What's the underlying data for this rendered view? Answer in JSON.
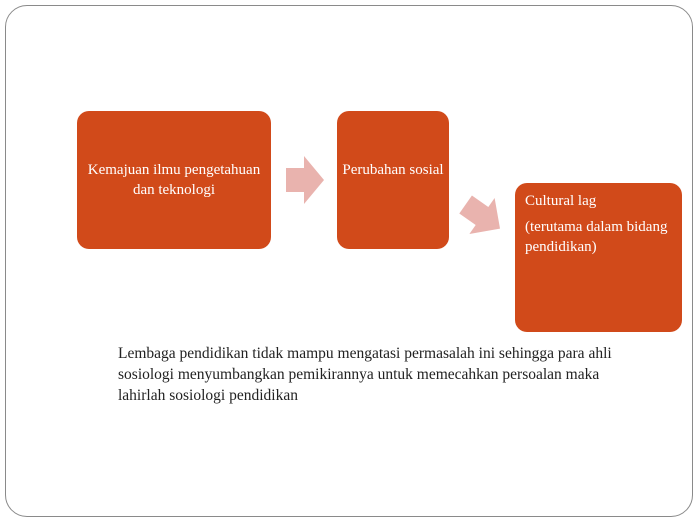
{
  "colors": {
    "box_fill": "#d14a1a",
    "arrow_fill": "#e9b3ae",
    "box_text": "#ffffff",
    "caption_text": "#222222",
    "frame_border": "#8a8a8a"
  },
  "diagram": {
    "boxes": [
      {
        "label": "Kemajuan ilmu pengetahuan dan teknologi"
      },
      {
        "label": "Perubahan sosial"
      },
      {
        "title": "Cultural lag",
        "subtitle": "(terutama dalam bidang pendidikan)"
      }
    ],
    "arrows": [
      {
        "icon": "arrow-right-icon"
      },
      {
        "icon": "arrow-diagonal-icon"
      }
    ]
  },
  "caption": "Lembaga pendidikan tidak mampu mengatasi permasalah ini sehingga para ahli sosiologi menyumbangkan pemikirannya untuk memecahkan persoalan maka lahirlah sosiologi pendidikan"
}
